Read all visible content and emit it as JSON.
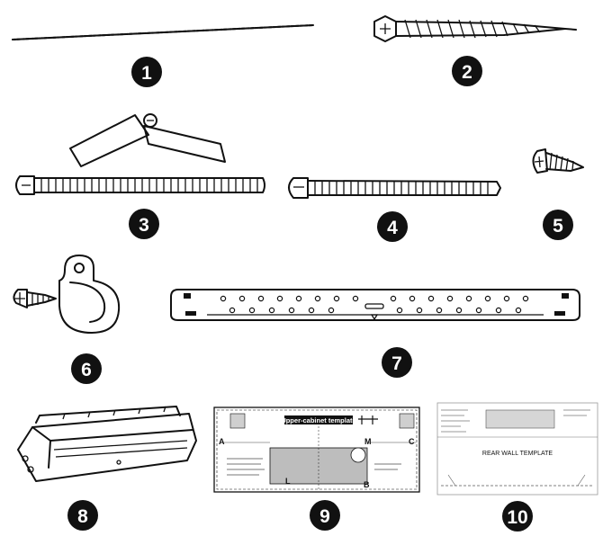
{
  "parts": [
    {
      "number": "1",
      "icon": "wall-anchor-strip-icon"
    },
    {
      "number": "2",
      "icon": "lag-screw-icon"
    },
    {
      "number": "3",
      "icon": "toggle-bolt-icon"
    },
    {
      "number": "4",
      "icon": "machine-bolt-icon"
    },
    {
      "number": "5",
      "icon": "short-screw-icon"
    },
    {
      "number": "6",
      "icon": "cable-clamp-with-screw-icon"
    },
    {
      "number": "7",
      "icon": "mounting-plate-icon"
    },
    {
      "number": "8",
      "icon": "vent-adapter-icon"
    },
    {
      "number": "9",
      "icon": "upper-cabinet-template-icon"
    },
    {
      "number": "10",
      "icon": "rear-wall-template-icon"
    }
  ],
  "templates": {
    "upper_cabinet_title": "Upper-cabinet template",
    "upper_cabinet_letters": [
      "A",
      "M",
      "C",
      "L",
      "B"
    ],
    "rear_wall_title": "REAR WALL TEMPLATE"
  },
  "colors": {
    "ink": "#111111",
    "paper": "#ffffff",
    "template_fill": "#bdbdbd"
  }
}
